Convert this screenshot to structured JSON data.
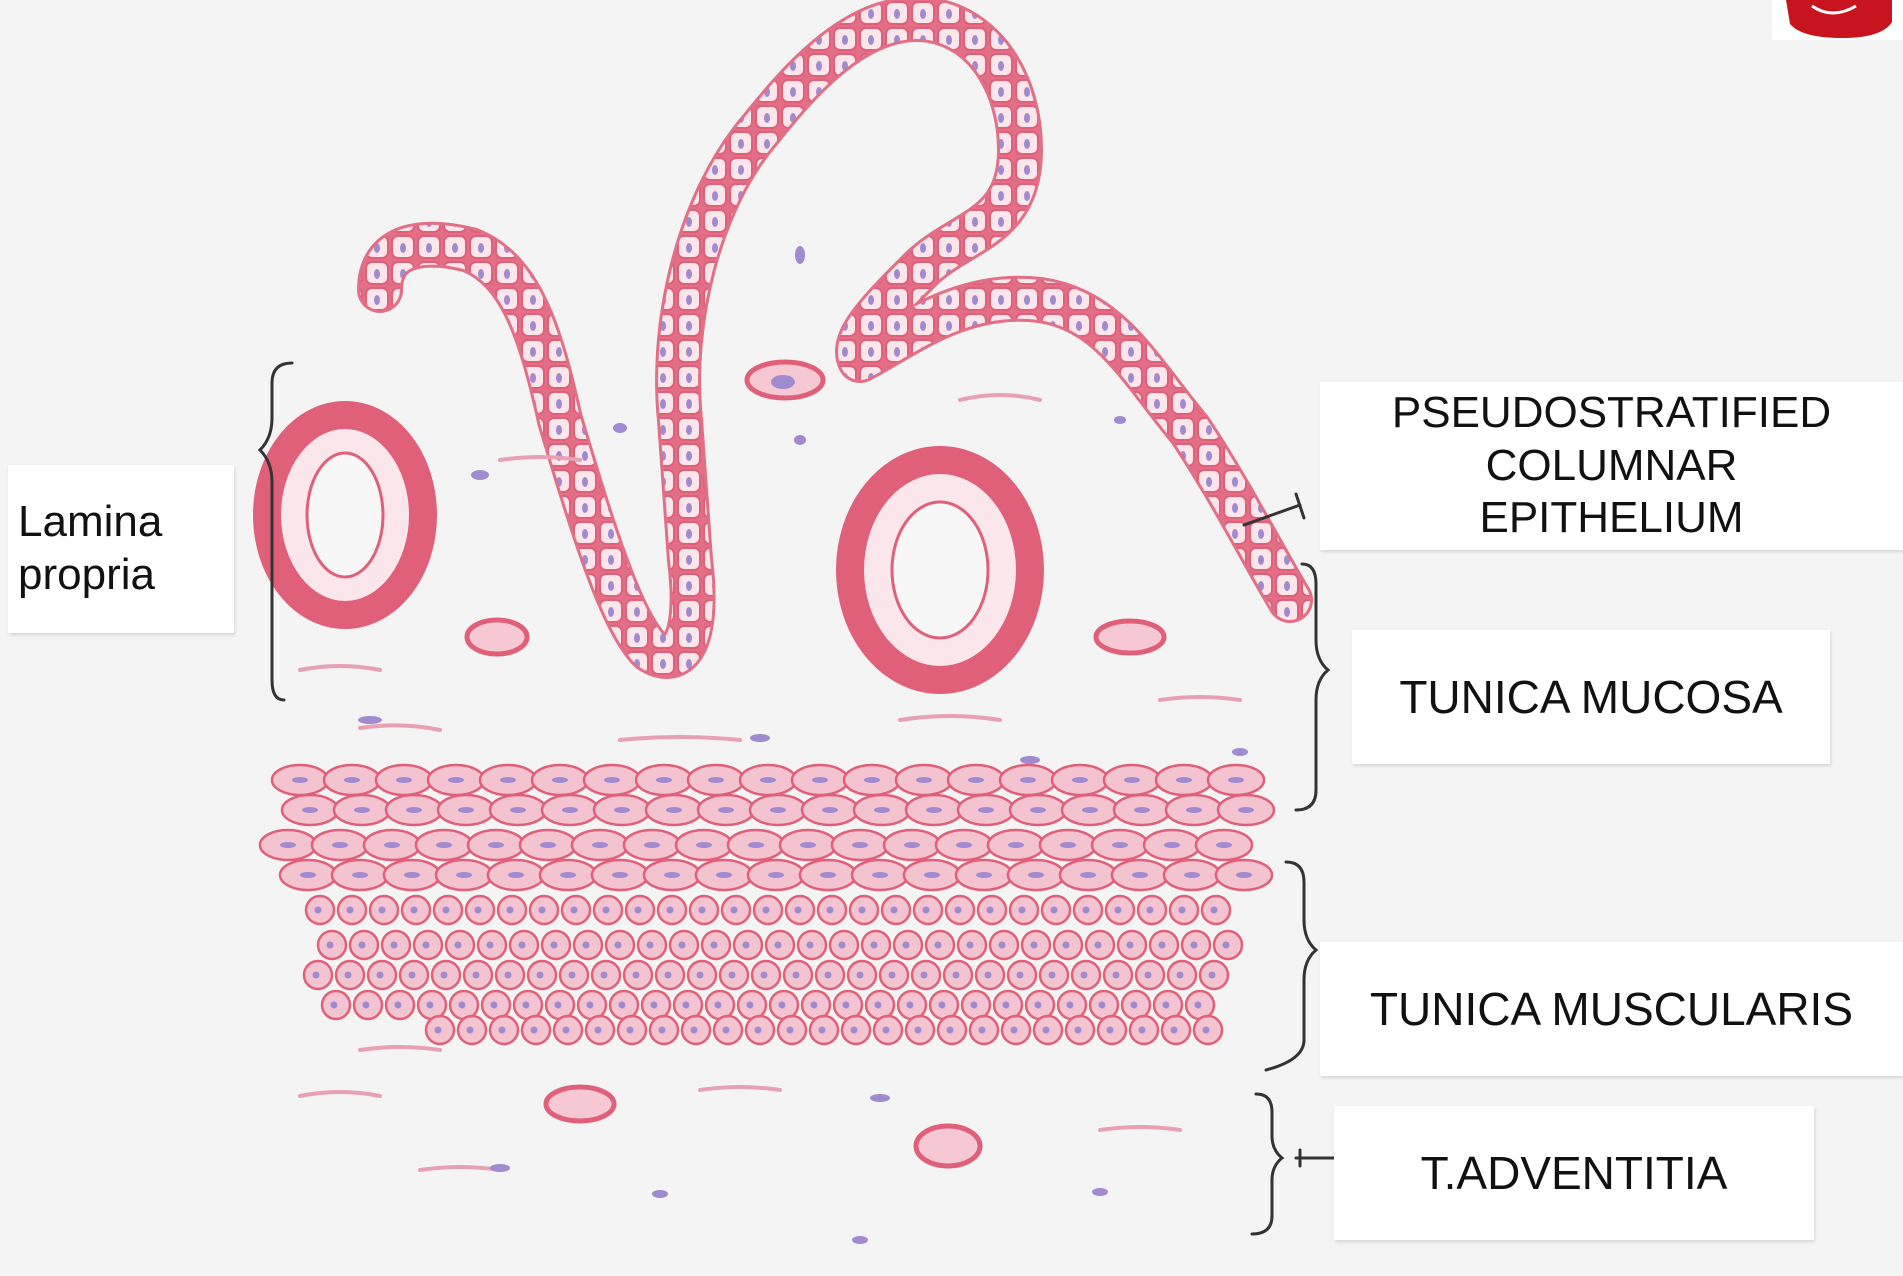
{
  "labels": {
    "lamina_propria": [
      "Lamina",
      "propria"
    ],
    "pseudostratified": [
      "PSEUDOSTRATIFIED",
      "COLUMNAR",
      "EPITHELIUM"
    ],
    "tunica_mucosa": "TUNICA MUCOSA",
    "tunica_muscularis": "TUNICA MUSCULARIS",
    "t_adventitia": "T.ADVENTITIA"
  },
  "colors": {
    "background": "#f4f4f4",
    "epithelium_stroke": "#e0607a",
    "cell_fill": "#fbe6ec",
    "nucleus": "#a08ad0",
    "vessel_fill": "#e88aa0",
    "muscle_fill": "#f3c3d0",
    "bracket": "#333333",
    "logo_red": "#c8141e"
  },
  "icons": {
    "logo": "red-seal-icon"
  }
}
